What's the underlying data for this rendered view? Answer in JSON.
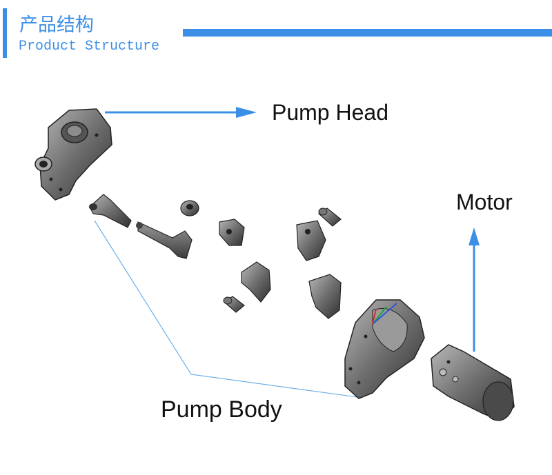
{
  "header": {
    "title_cn": "产品结构",
    "title_en": "Product Structure",
    "accent_color": "#3b8fe6"
  },
  "labels": {
    "pump_head": "Pump Head",
    "motor": "Motor",
    "pump_body": "Pump Body"
  },
  "colors": {
    "arrow": "#3b8fe6",
    "callout_line": "#6aaee8",
    "part_fill": "#6b6b6b",
    "part_dark": "#3a3a3a",
    "part_light": "#a8a8a8"
  }
}
